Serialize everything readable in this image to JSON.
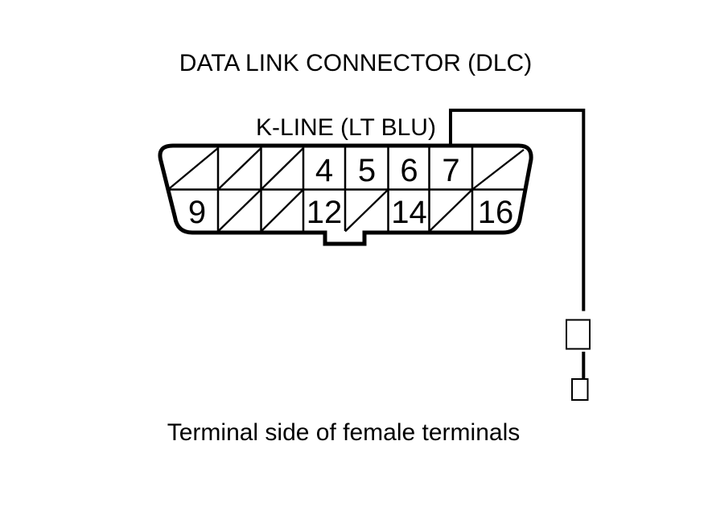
{
  "title": "DATA LINK CONNECTOR (DLC)",
  "wire": {
    "label": "K-LINE (LT BLU)"
  },
  "connector": {
    "pins": [
      {
        "label": "4"
      },
      {
        "label": "5"
      },
      {
        "label": "6"
      },
      {
        "label": "7"
      },
      {
        "label": "9"
      },
      {
        "label": "12"
      },
      {
        "label": "14"
      },
      {
        "label": "16"
      }
    ]
  },
  "caption": "Terminal side of female terminals",
  "colors": {
    "line": "#000000",
    "background": "#ffffff"
  }
}
